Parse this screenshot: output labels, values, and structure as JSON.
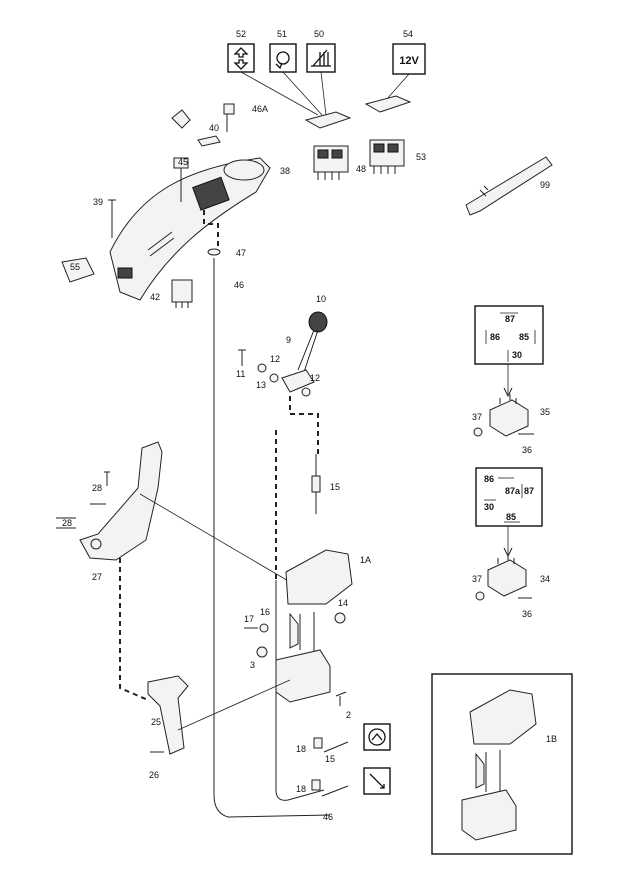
{
  "callouts": [
    "52",
    "51",
    "50",
    "54",
    "46A",
    "40",
    "45",
    "38",
    "48",
    "53",
    "39",
    "47",
    "99",
    "55",
    "46",
    "42",
    "10",
    "9",
    "11",
    "12",
    "13",
    "12",
    "15",
    "35",
    "37",
    "36",
    "28",
    "28",
    "27",
    "1A",
    "14",
    "16",
    "17",
    "3",
    "2",
    "34",
    "37",
    "36",
    "1B",
    "25",
    "18",
    "26",
    "15",
    "18",
    "46"
  ],
  "relay_a": {
    "pins": [
      "87",
      "86",
      "85",
      "30"
    ]
  },
  "relay_b": {
    "pins": [
      "86",
      "87a",
      "87",
      "30",
      "85"
    ]
  },
  "switch_symbols": {
    "s52": "up-down-arrows-icon",
    "s51": "rotate-arrow-icon",
    "s50": "wiper-icon",
    "s54": "12V"
  },
  "bottom_symbols": [
    "steering-circle-icon",
    "lever-slash-icon"
  ]
}
